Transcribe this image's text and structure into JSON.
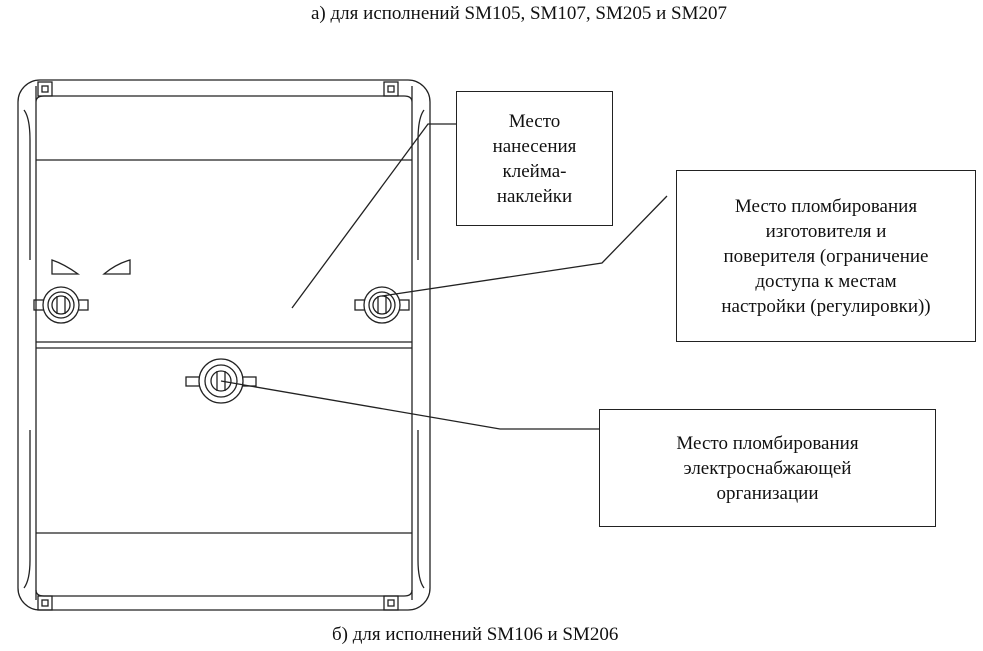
{
  "captions": {
    "top": "а) для исполнений SM105, SM107, SM205 и SM207",
    "bottom": "б) для исполнений SM106 и SM206"
  },
  "callouts": {
    "stamp_place": "Место\nнанесения\nклейма-\nнаклейки",
    "manufacturer_seal": "Место пломбирования\nизготовителя и\nповерителя (ограничение\nдоступа к местам\nнастройки (регулировки))",
    "energy_seal": "Место пломбирования\nэлектроснабжающей\nорганизации"
  },
  "colors": {
    "line": "#222222",
    "background": "#ffffff"
  }
}
